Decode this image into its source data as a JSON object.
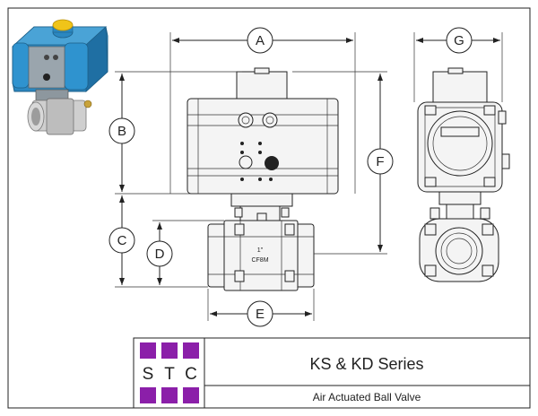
{
  "dimensions": {
    "a": "A",
    "b": "B",
    "c": "C",
    "d": "D",
    "e": "E",
    "f": "F",
    "g": "G"
  },
  "valve_marking": {
    "size": "1\"",
    "material": "CF8M"
  },
  "title_block": {
    "logo_letters": [
      "S",
      "T",
      "C"
    ],
    "logo_color": "#8b1fa9",
    "series": "KS & KD Series",
    "description": "Air Actuated Ball Valve"
  },
  "thumbnail_colors": {
    "actuator": "#2b87c0",
    "indicator": "#f0c419",
    "valve": "#cfcfcf"
  }
}
